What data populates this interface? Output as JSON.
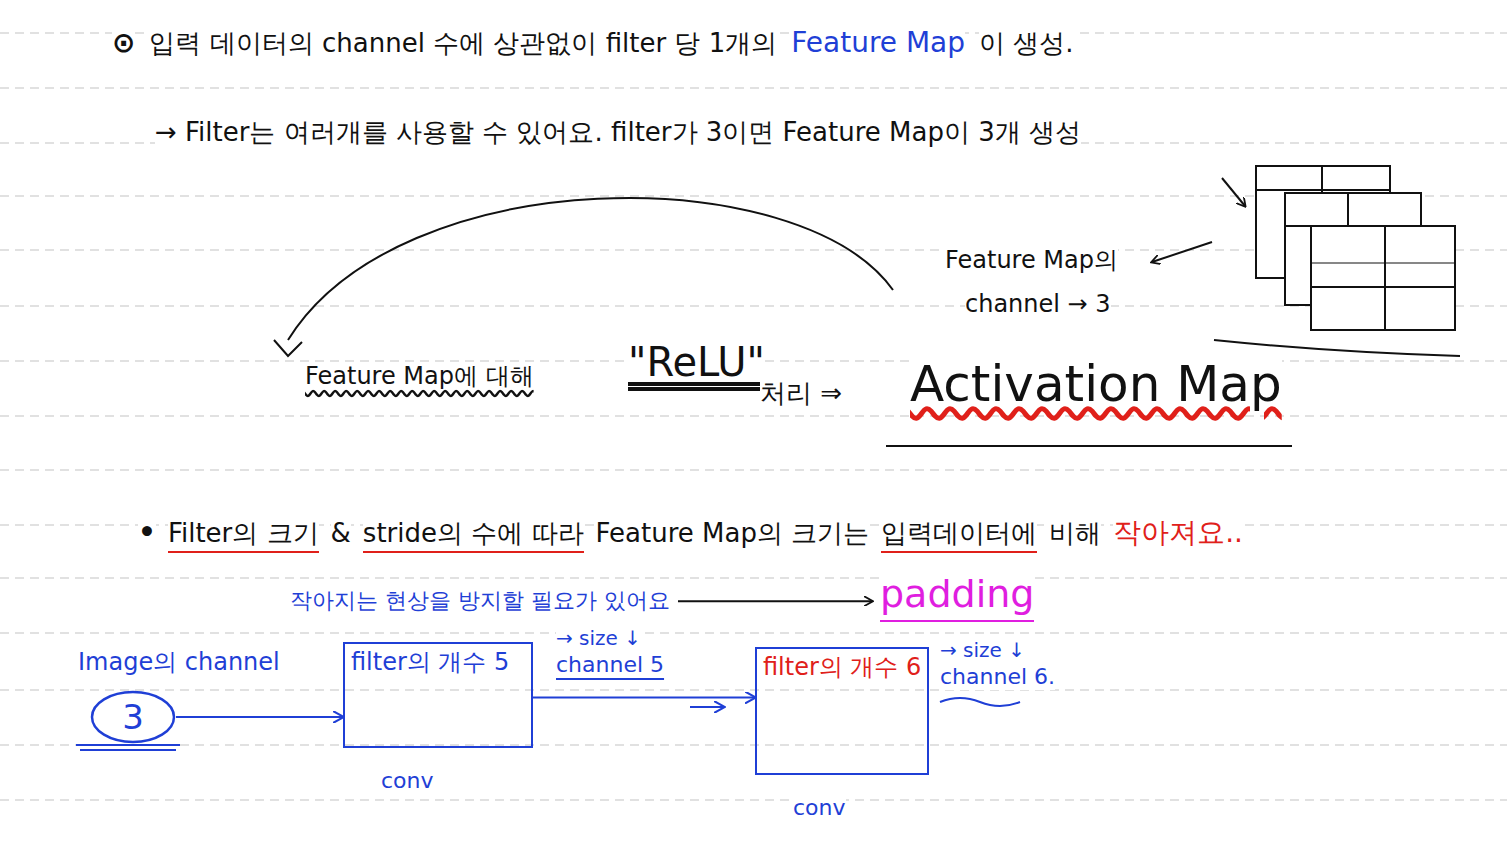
{
  "diagram": {
    "nodes": [
      {
        "text": [
          "Image의 channel",
          "3"
        ]
      },
      {
        "text": [
          "filter의 개수 5",
          "conv"
        ]
      },
      {
        "text": [
          "filter의 개수 6",
          "conv"
        ]
      }
    ],
    "edges": [
      {
        "from": 0,
        "to": 1,
        "arrow": "to"
      },
      {
        "from": 1,
        "to": 2,
        "arrow": "to"
      }
    ],
    "labels": [
      "⊙",
      "입력 데이터의 channel 수에 상관없이 filter 당 1개의",
      "Feature Map",
      "이 생성.",
      "→ Filter는 여러개를 사용할 수 있어요. filter가 3이면 Feature Map이 3개 생성",
      "Feature Map의",
      "channel → 3",
      "Feature Map에 대해",
      "\"ReLU\"",
      "처리 ⇒",
      "Activation Map",
      "•",
      "Filter의 크기",
      "&",
      "stride의 수에 따라",
      "Feature Map의 크기는",
      "입력데이터에",
      "비해",
      "작아져요..",
      "작아지는 현상을 방지할 필요가 있어요",
      "padding",
      "→ size ↓",
      "channel 5",
      "→ size ↓",
      "channel 6."
    ]
  }
}
